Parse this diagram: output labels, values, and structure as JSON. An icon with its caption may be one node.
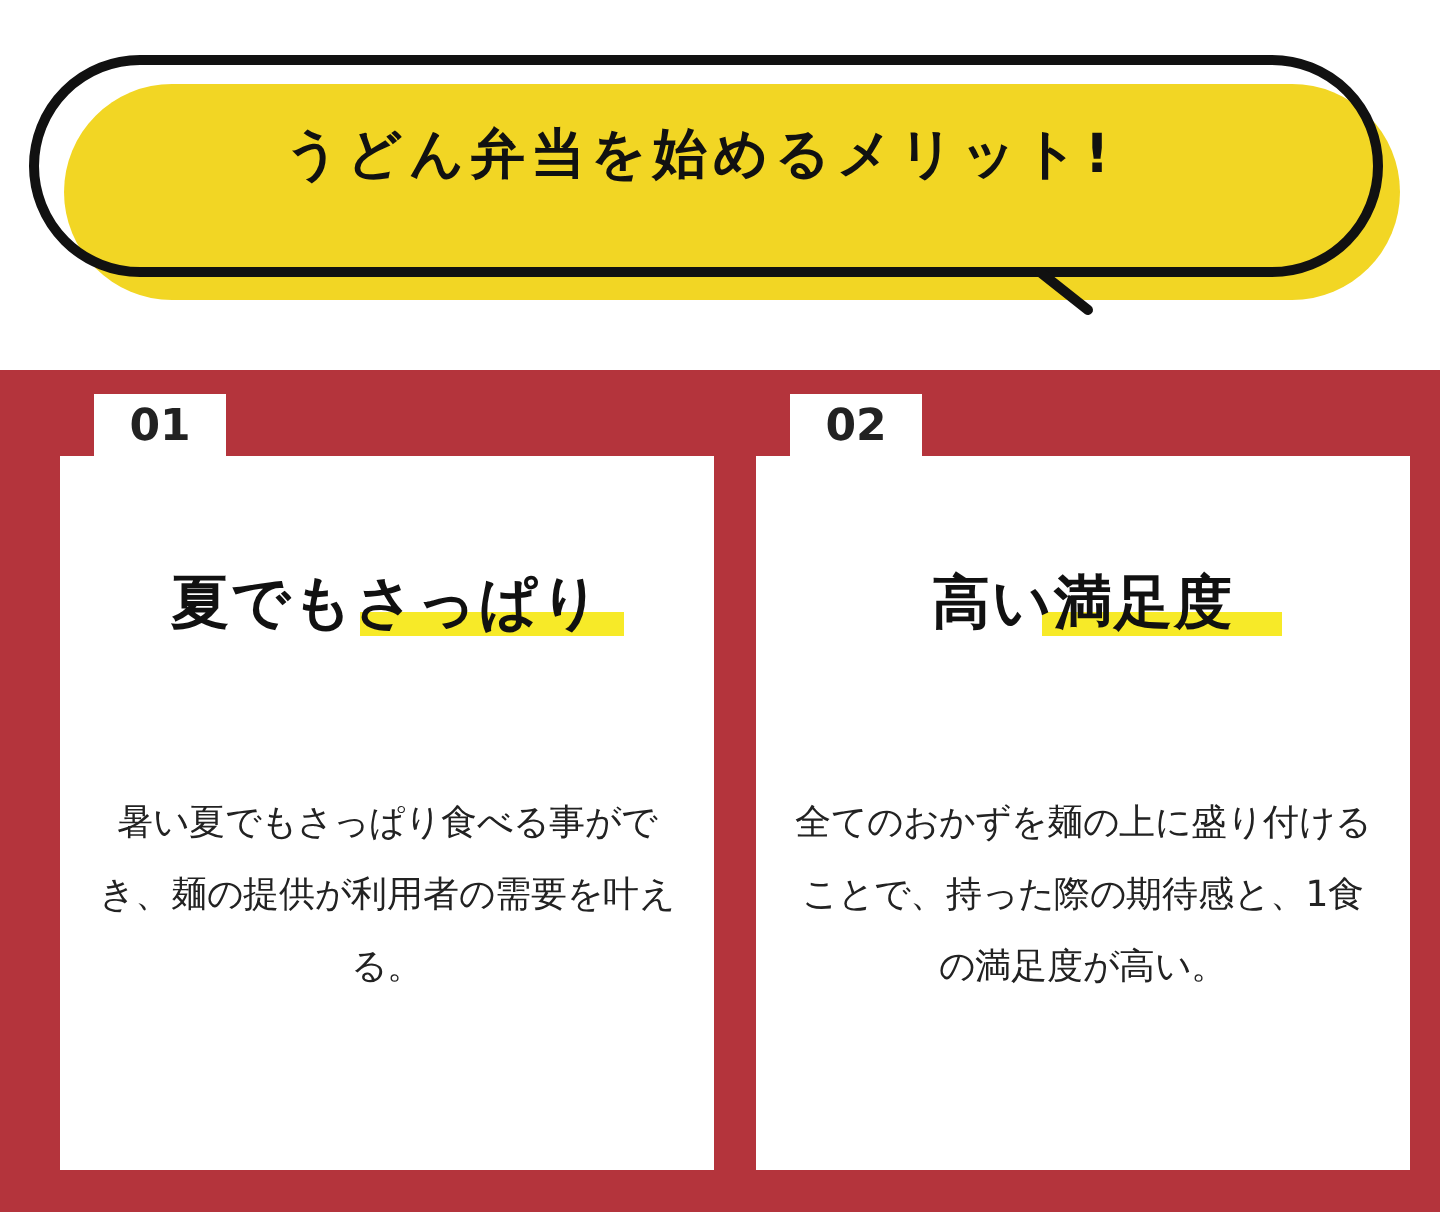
{
  "diagram": {
    "title": "うどん弁当を始めるメリット!",
    "nodes": [
      {
        "text": [
          "01",
          "夏でもさっぱり",
          "暑い夏でもさっぱり食べる事ができ、麺の提供が利用者の需要を叶える。"
        ]
      },
      {
        "text": [
          "02",
          "高い満足度",
          "全てのおかずを麺の上に盛り付けることで、持った際の期待感と、1食の満足度が高い。"
        ]
      }
    ]
  }
}
